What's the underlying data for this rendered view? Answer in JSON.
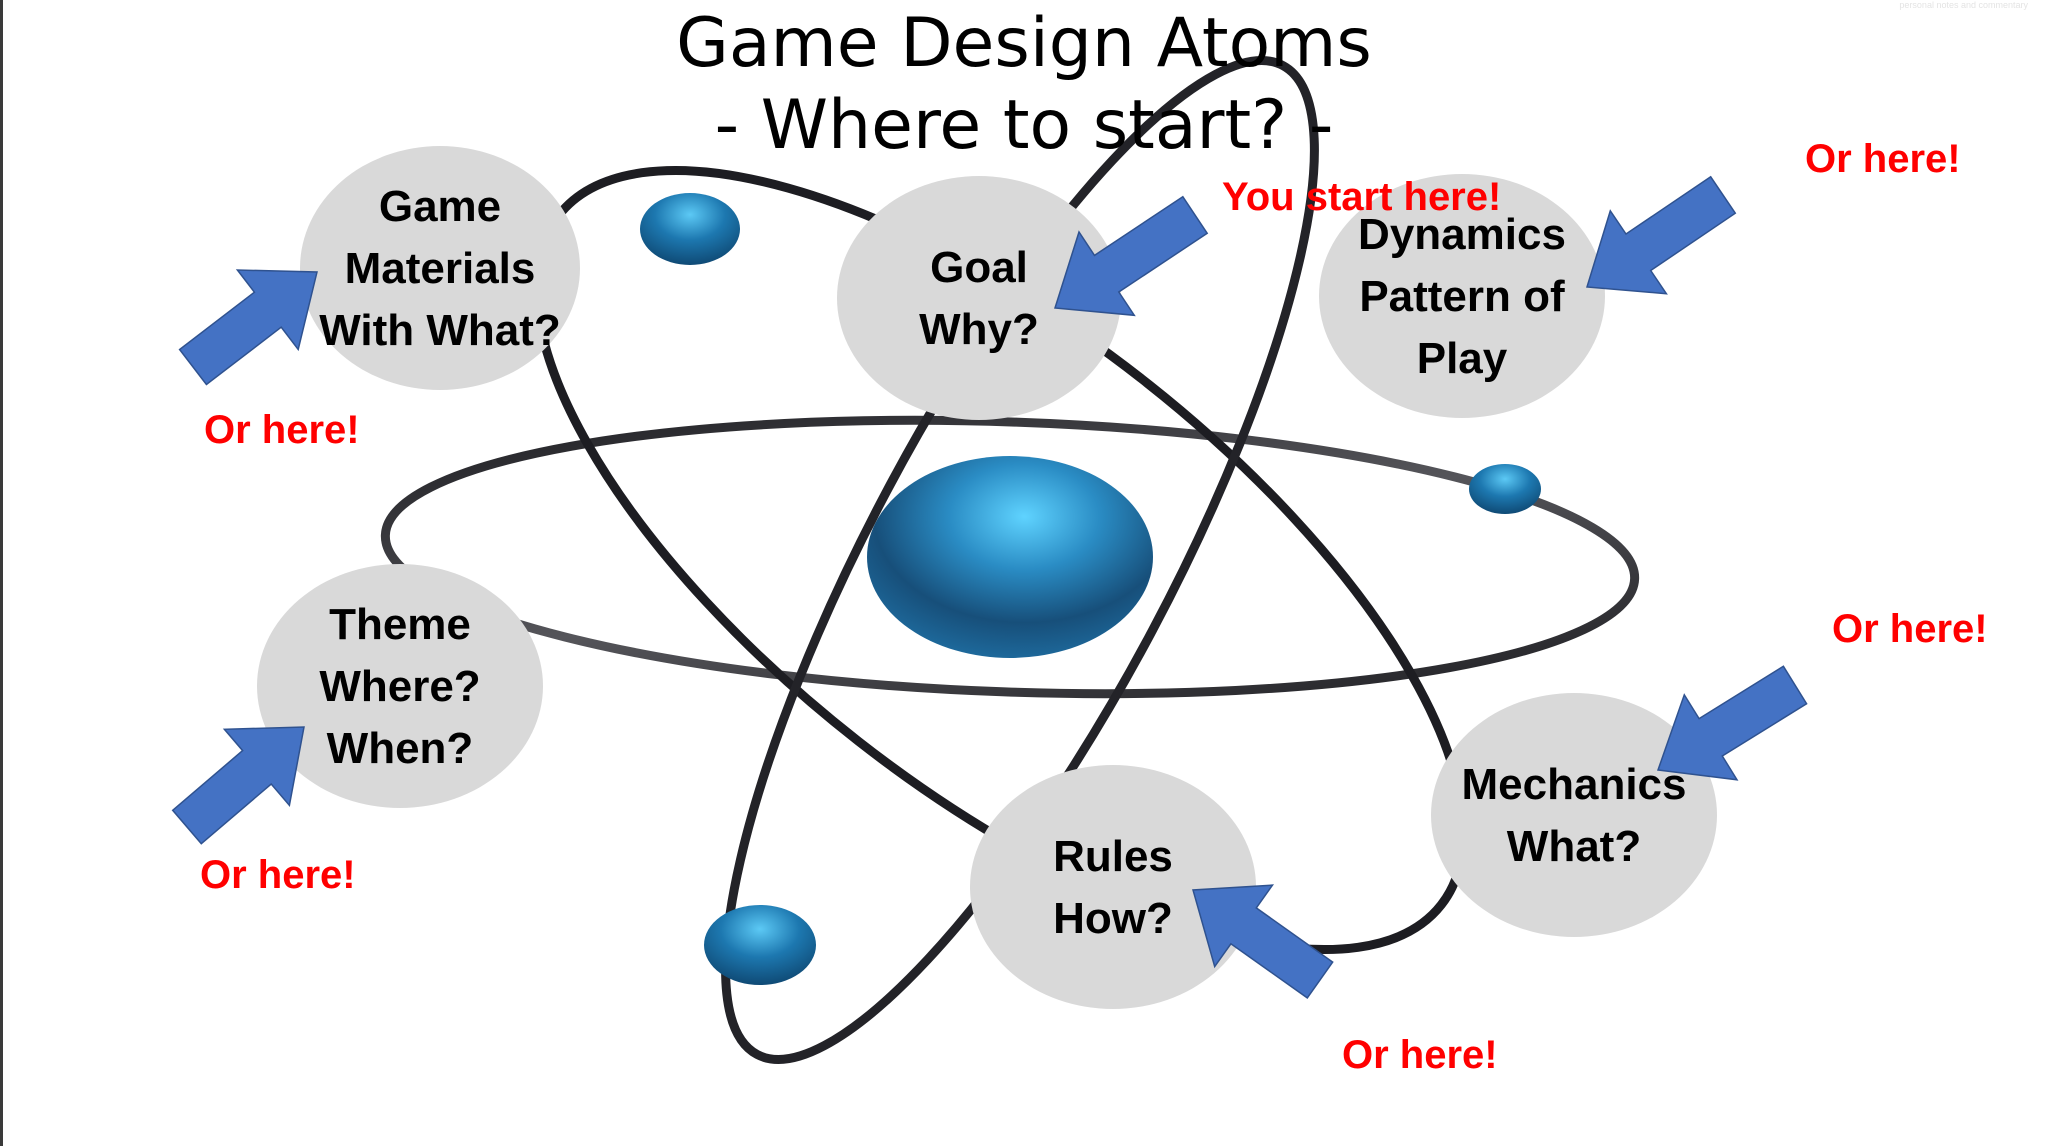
{
  "slide": {
    "title_line1": "Game Design Atoms",
    "title_line2": "- Where to start? -",
    "watermark": "personal notes and commentary"
  },
  "colors": {
    "node_fill": "#d9d9d9",
    "arrow_fill": "#4472c4",
    "arrow_stroke": "#2f528f",
    "hint_text": "#ff0000",
    "nucleus": "#1e6fa0",
    "orbit": "#2a2a2e"
  },
  "nodes": [
    {
      "id": "game-materials",
      "lines": [
        "Game",
        "Materials",
        "With What?"
      ]
    },
    {
      "id": "goal",
      "lines": [
        "Goal",
        "Why?"
      ]
    },
    {
      "id": "dynamics",
      "lines": [
        "Dynamics",
        "Pattern of",
        "Play"
      ]
    },
    {
      "id": "theme",
      "lines": [
        "Theme",
        "Where?",
        "When?"
      ]
    },
    {
      "id": "mechanics",
      "lines": [
        "Mechanics",
        "What?"
      ]
    },
    {
      "id": "rules",
      "lines": [
        "Rules",
        "How?"
      ]
    }
  ],
  "hints": [
    {
      "target": "goal",
      "text": "You start here!"
    },
    {
      "target": "game-materials",
      "text": "Or here!"
    },
    {
      "target": "dynamics",
      "text": "Or here!"
    },
    {
      "target": "theme",
      "text": "Or here!"
    },
    {
      "target": "mechanics",
      "text": "Or here!"
    },
    {
      "target": "rules",
      "text": "Or here!"
    }
  ]
}
